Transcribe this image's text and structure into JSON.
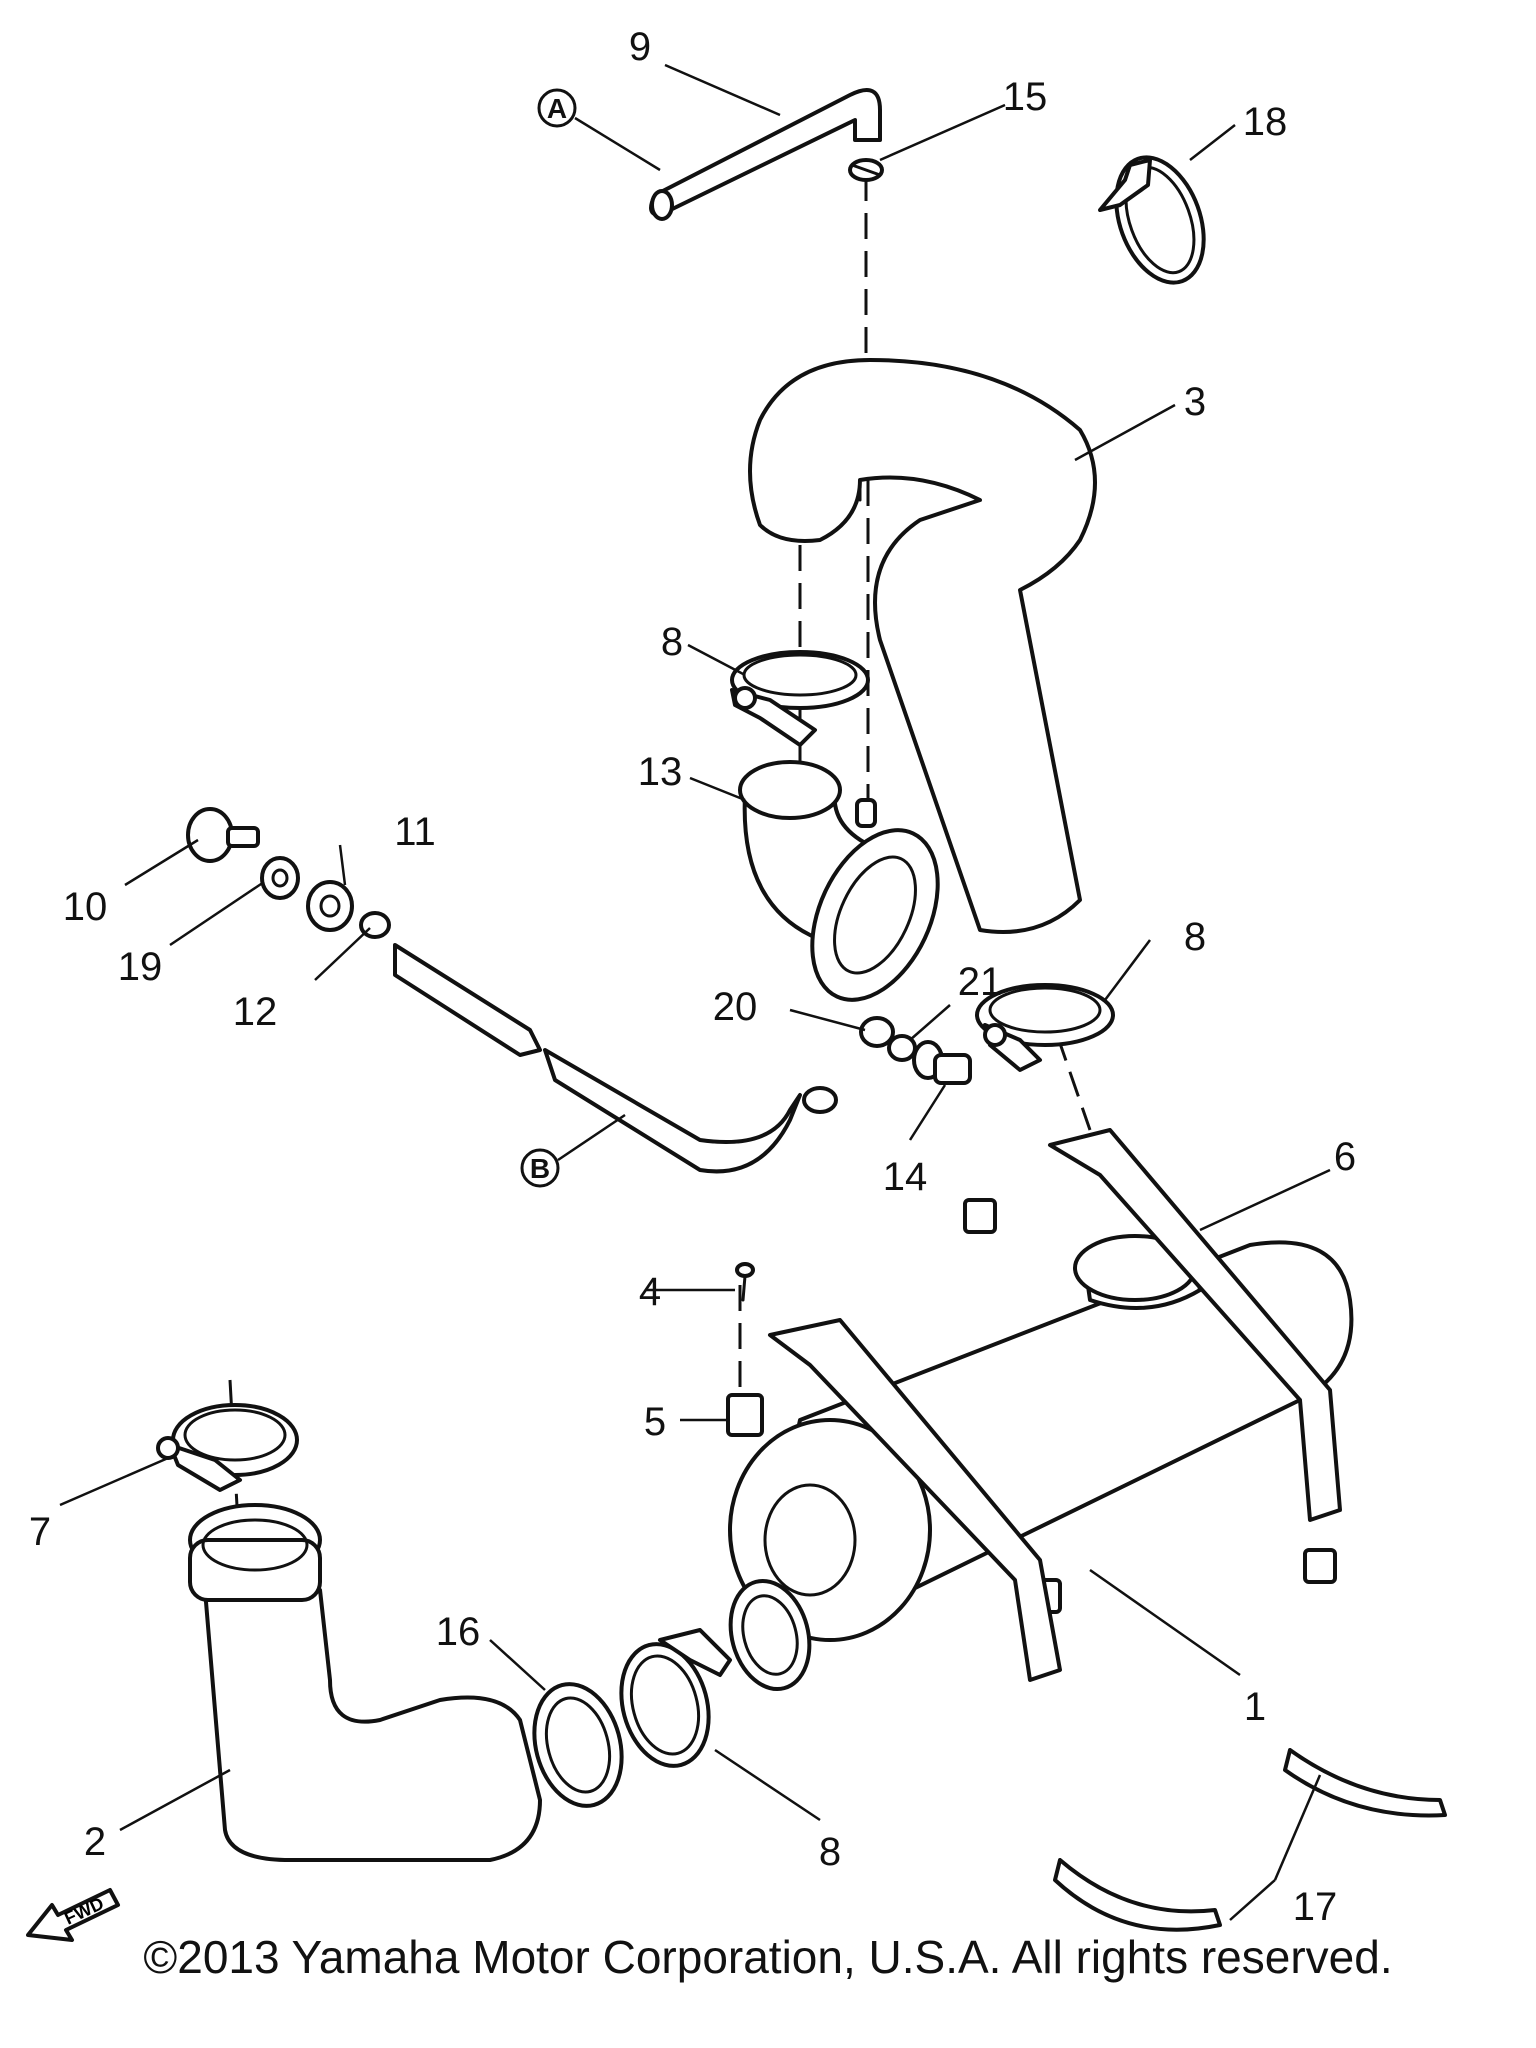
{
  "callouts": [
    "1",
    "2",
    "3",
    "4",
    "5",
    "6",
    "7",
    "8",
    "9",
    "10",
    "11",
    "12",
    "13",
    "14",
    "15",
    "16",
    "17",
    "18",
    "19",
    "20",
    "21"
  ],
  "markers": {
    "a": "A",
    "b": "B"
  },
  "fwd_label": "FWD",
  "copyright": "©2013 Yamaha Motor Corporation, U.S.A. All rights reserved."
}
